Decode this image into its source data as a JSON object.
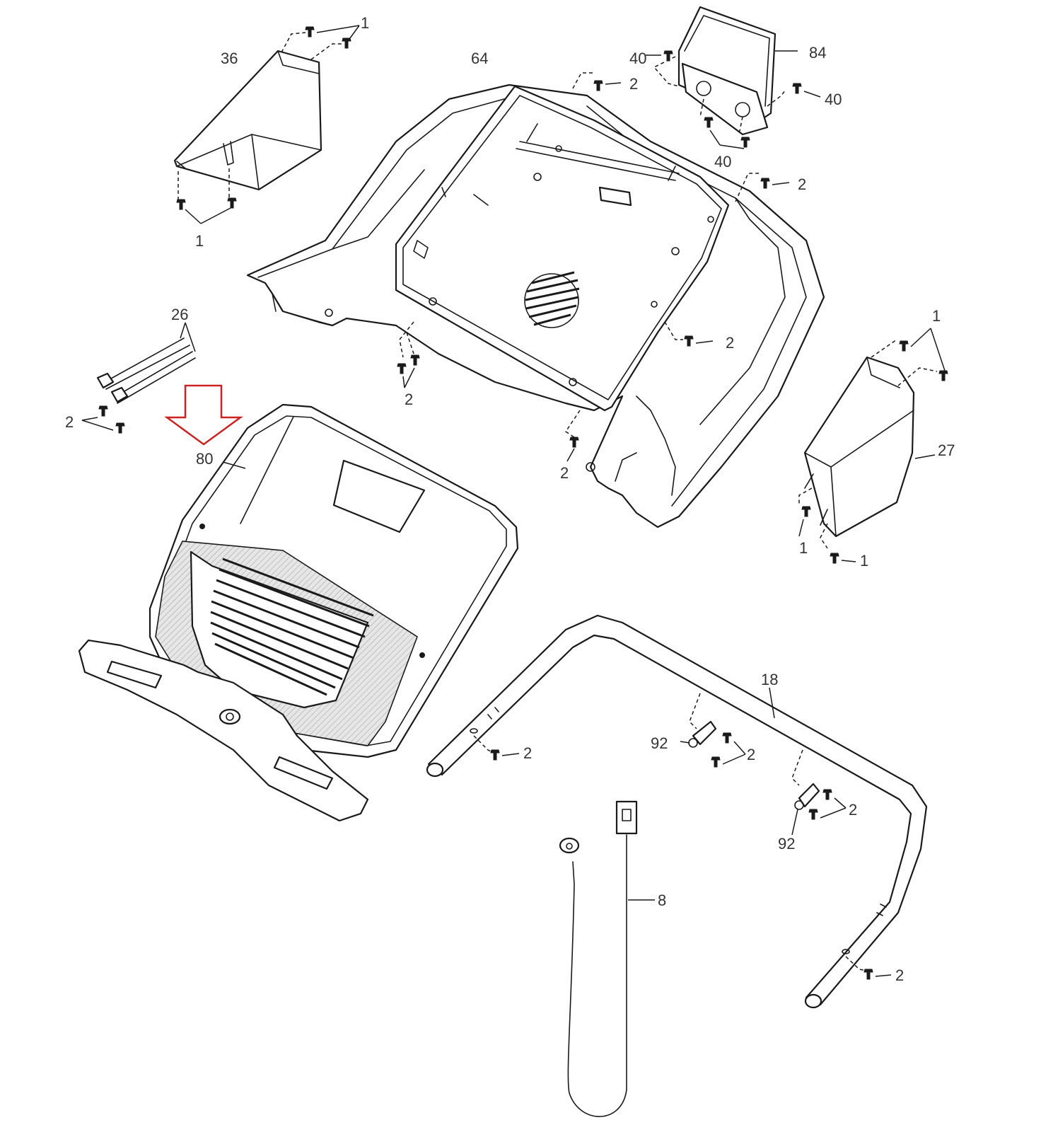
{
  "diagram": {
    "parts": [
      {
        "id": "p1_a",
        "label": "1"
      },
      {
        "id": "p36",
        "label": "36"
      },
      {
        "id": "p64",
        "label": "64"
      },
      {
        "id": "p40_a",
        "label": "40"
      },
      {
        "id": "p84",
        "label": "84"
      },
      {
        "id": "p2_a",
        "label": "2"
      },
      {
        "id": "p40_b",
        "label": "40"
      },
      {
        "id": "p40_c",
        "label": "40"
      },
      {
        "id": "p2_b",
        "label": "2"
      },
      {
        "id": "p1_b",
        "label": "1"
      },
      {
        "id": "p26",
        "label": "26"
      },
      {
        "id": "p1_c",
        "label": "1"
      },
      {
        "id": "p2_c",
        "label": "2"
      },
      {
        "id": "p2_d",
        "label": "2"
      },
      {
        "id": "p2_e",
        "label": "2"
      },
      {
        "id": "p80",
        "label": "80"
      },
      {
        "id": "p27",
        "label": "27"
      },
      {
        "id": "p2_f",
        "label": "2"
      },
      {
        "id": "p1_d",
        "label": "1"
      },
      {
        "id": "p1_e",
        "label": "1"
      },
      {
        "id": "p18",
        "label": "18"
      },
      {
        "id": "p92_a",
        "label": "92"
      },
      {
        "id": "p2_g",
        "label": "2"
      },
      {
        "id": "p2_h",
        "label": "2"
      },
      {
        "id": "p2_i",
        "label": "2"
      },
      {
        "id": "p92_b",
        "label": "92"
      },
      {
        "id": "p8",
        "label": "8"
      },
      {
        "id": "p2_j",
        "label": "2"
      }
    ],
    "highlight": {
      "target": "80",
      "color": "#cc2222"
    },
    "colors": {
      "line": "#1a1a1a",
      "label": "#333333",
      "arrow": "#cc2222"
    }
  }
}
